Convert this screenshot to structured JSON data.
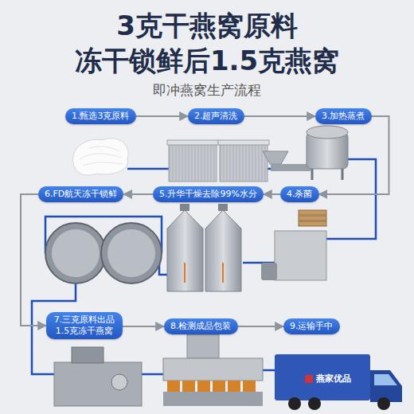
{
  "diagram": {
    "title": "3克干燕窝原料 冻干锁鲜后1.5克燕窝",
    "nodes": [
      {
        "text": [
          "1.甄选3克原料"
        ]
      },
      {
        "text": [
          "2.超声清洗"
        ]
      },
      {
        "text": [
          "3.加热蒸煮"
        ]
      },
      {
        "text": [
          "4.杀菌"
        ]
      },
      {
        "text": [
          "5.升华干燥去除99%水分"
        ]
      },
      {
        "text": [
          "6.FD航天冻干锁鲜"
        ]
      },
      {
        "text": [
          "7.三克原料出品 1.5克冻干燕窝"
        ]
      },
      {
        "text": [
          "8.检测成品包装"
        ]
      },
      {
        "text": [
          "9.运输手中"
        ]
      }
    ],
    "edges": [
      {
        "from": 0,
        "to": 1,
        "arrow": "to"
      },
      {
        "from": 1,
        "to": 2,
        "arrow": "to"
      },
      {
        "from": 2,
        "to": 3,
        "arrow": "to"
      },
      {
        "from": 3,
        "to": 4,
        "arrow": "to"
      },
      {
        "from": 4,
        "to": 5,
        "arrow": "to"
      },
      {
        "from": 5,
        "to": 6,
        "arrow": "to"
      },
      {
        "from": 6,
        "to": 7,
        "arrow": "to"
      },
      {
        "from": 7,
        "to": 8,
        "arrow": "to"
      }
    ],
    "labels": [
      "即冲燕窝生产流程",
      "燕家优品"
    ]
  }
}
